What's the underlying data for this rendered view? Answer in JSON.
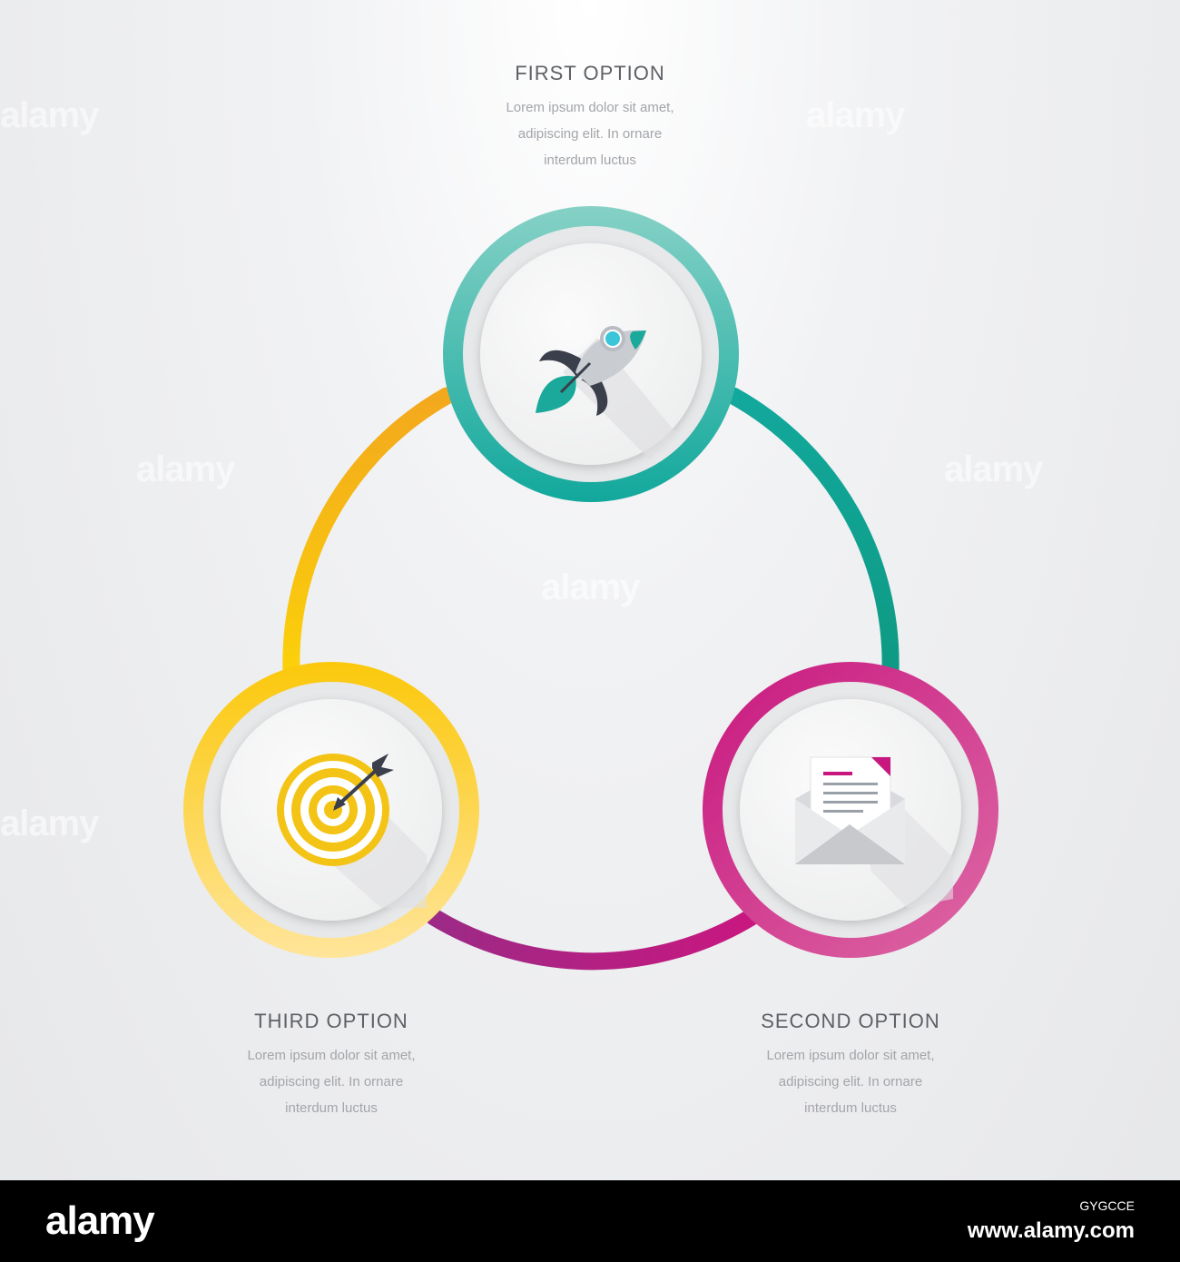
{
  "options": [
    {
      "title": "FIRST OPTION",
      "lines": [
        "Lorem ipsum dolor sit amet,",
        "adipiscing elit. In ornare",
        "interdum luctus"
      ],
      "icon": "rocket-icon",
      "color": "#1aa99a"
    },
    {
      "title": "SECOND OPTION",
      "lines": [
        "Lorem ipsum dolor sit amet,",
        "adipiscing elit. In ornare",
        "interdum luctus"
      ],
      "icon": "envelope-letter-icon",
      "color": "#c8177f"
    },
    {
      "title": "THIRD OPTION",
      "lines": [
        "Lorem ipsum dolor sit amet,",
        "adipiscing elit. In ornare",
        "interdum luctus"
      ],
      "icon": "target-arrow-icon",
      "color": "#f7c41c"
    }
  ],
  "colors": {
    "teal": "#1aa99a",
    "magenta": "#c8177f",
    "yellow": "#f7c41c",
    "orange": "#f3a81d",
    "icon_dark": "#3a3f4b",
    "background": "#e8e9eb"
  },
  "watermark": {
    "text": "alamy"
  },
  "footer": {
    "logo": "alamy",
    "image_id": "GYGCCE",
    "url": "www.alamy.com"
  }
}
